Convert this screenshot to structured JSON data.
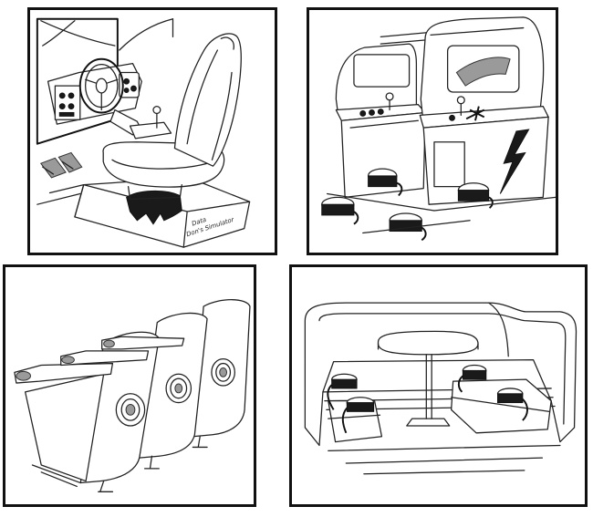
{
  "panels": [
    {
      "id": "driving-simulator",
      "base_label_line1": "Data",
      "base_label_line2": "Don's Simulator"
    },
    {
      "id": "arcade-cabinets"
    },
    {
      "id": "theater-seating"
    },
    {
      "id": "booth-seating"
    }
  ]
}
